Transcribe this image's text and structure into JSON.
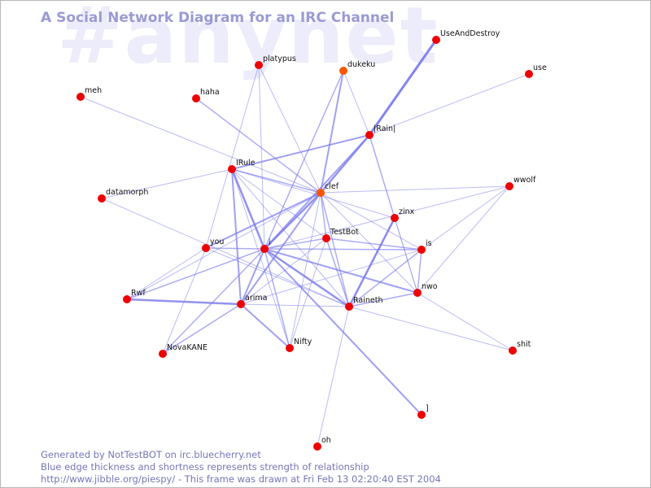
{
  "watermark": "#anynet",
  "title": "A Social Network Diagram for an IRC Channel",
  "colors": {
    "edge": "#7777ee",
    "node": "#ee0000",
    "node_alt": "#ff5500",
    "text": "#111111",
    "footer": "#7676b8",
    "title": "#9a9ad4"
  },
  "nodes": [
    {
      "id": "UseAndDestroy",
      "label": "UseAndDestroy"
    },
    {
      "id": "use",
      "label": "use"
    },
    {
      "id": "platypus",
      "label": "platypus"
    },
    {
      "id": "dukeku",
      "label": "dukeku",
      "alt": true
    },
    {
      "id": "meh",
      "label": "meh"
    },
    {
      "id": "haha",
      "label": "haha"
    },
    {
      "id": "Rain",
      "label": "|Rain|"
    },
    {
      "id": "IRule",
      "label": "IRule"
    },
    {
      "id": "datamorph",
      "label": "datamorph"
    },
    {
      "id": "clef",
      "label": "clef",
      "alt": true
    },
    {
      "id": "wwolf",
      "label": "wwolf"
    },
    {
      "id": "zinx",
      "label": "zinx"
    },
    {
      "id": "TestBot",
      "label": "TestBot"
    },
    {
      "id": "you",
      "label": "you"
    },
    {
      "id": "i",
      "label": "i"
    },
    {
      "id": "is",
      "label": "is"
    },
    {
      "id": "nwo",
      "label": "nwo"
    },
    {
      "id": "Rwf",
      "label": "Rwf"
    },
    {
      "id": "arima",
      "label": "arima"
    },
    {
      "id": "Raineth",
      "label": "Raineth"
    },
    {
      "id": "NovaKANE",
      "label": "NovaKANE"
    },
    {
      "id": "Nifty",
      "label": "Nifty"
    },
    {
      "id": "shit",
      "label": "shit"
    },
    {
      "id": "bracket",
      "label": "]"
    },
    {
      "id": "oh",
      "label": "oh"
    }
  ],
  "edges": [
    {
      "from": "UseAndDestroy",
      "to": "Rain",
      "weight": 3
    },
    {
      "from": "use",
      "to": "Rain",
      "weight": 1
    },
    {
      "from": "Rain",
      "to": "IRule",
      "weight": 2
    },
    {
      "from": "Rain",
      "to": "clef",
      "weight": 2.5
    },
    {
      "from": "Rain",
      "to": "i",
      "weight": 2
    },
    {
      "from": "Rain",
      "to": "zinx",
      "weight": 1.5
    },
    {
      "from": "Rain",
      "to": "dukeku",
      "weight": 1
    },
    {
      "from": "dukeku",
      "to": "clef",
      "weight": 2
    },
    {
      "from": "dukeku",
      "to": "i",
      "weight": 1.5
    },
    {
      "from": "platypus",
      "to": "clef",
      "weight": 1
    },
    {
      "from": "platypus",
      "to": "i",
      "weight": 1
    },
    {
      "from": "platypus",
      "to": "you",
      "weight": 1
    },
    {
      "from": "meh",
      "to": "clef",
      "weight": 1
    },
    {
      "from": "haha",
      "to": "clef",
      "weight": 1.5
    },
    {
      "from": "IRule",
      "to": "datamorph",
      "weight": 1
    },
    {
      "from": "IRule",
      "to": "clef",
      "weight": 1.5
    },
    {
      "from": "IRule",
      "to": "i",
      "weight": 2.5
    },
    {
      "from": "IRule",
      "to": "TestBot",
      "weight": 1
    },
    {
      "from": "IRule",
      "to": "Raineth",
      "weight": 1
    },
    {
      "from": "IRule",
      "to": "Nifty",
      "weight": 1
    },
    {
      "from": "IRule",
      "to": "zinx",
      "weight": 1
    },
    {
      "from": "IRule",
      "to": "arima",
      "weight": 2
    },
    {
      "from": "datamorph",
      "to": "Raineth",
      "weight": 1
    },
    {
      "from": "clef",
      "to": "wwolf",
      "weight": 1
    },
    {
      "from": "clef",
      "to": "TestBot",
      "weight": 1.5
    },
    {
      "from": "clef",
      "to": "i",
      "weight": 2.5
    },
    {
      "from": "clef",
      "to": "you",
      "weight": 2
    },
    {
      "from": "clef",
      "to": "arima",
      "weight": 2
    },
    {
      "from": "clef",
      "to": "Raineth",
      "weight": 1.5
    },
    {
      "from": "clef",
      "to": "Nifty",
      "weight": 1
    },
    {
      "from": "clef",
      "to": "is",
      "weight": 1
    },
    {
      "from": "clef",
      "to": "nwo",
      "weight": 1
    },
    {
      "from": "clef",
      "to": "Rwf",
      "weight": 1
    },
    {
      "from": "wwolf",
      "to": "i",
      "weight": 1
    },
    {
      "from": "wwolf",
      "to": "nwo",
      "weight": 1
    },
    {
      "from": "zinx",
      "to": "Raineth",
      "weight": 2.5
    },
    {
      "from": "zinx",
      "to": "nwo",
      "weight": 1
    },
    {
      "from": "TestBot",
      "to": "i",
      "weight": 1.5
    },
    {
      "from": "TestBot",
      "to": "is",
      "weight": 1.5
    },
    {
      "from": "TestBot",
      "to": "Raineth",
      "weight": 1.5
    },
    {
      "from": "TestBot",
      "to": "Nifty",
      "weight": 1
    },
    {
      "from": "TestBot",
      "to": "arima",
      "weight": 1
    },
    {
      "from": "you",
      "to": "i",
      "weight": 1.5
    },
    {
      "from": "you",
      "to": "Raineth",
      "weight": 1
    },
    {
      "from": "you",
      "to": "Rwf",
      "weight": 1
    },
    {
      "from": "you",
      "to": "NovaKANE",
      "weight": 1
    },
    {
      "from": "i",
      "to": "Raineth",
      "weight": 2.5
    },
    {
      "from": "i",
      "to": "nwo",
      "weight": 2
    },
    {
      "from": "i",
      "to": "is",
      "weight": 1.5
    },
    {
      "from": "i",
      "to": "arima",
      "weight": 2
    },
    {
      "from": "i",
      "to": "Nifty",
      "weight": 1.5
    },
    {
      "from": "i",
      "to": "Rwf",
      "weight": 1.5
    },
    {
      "from": "i",
      "to": "NovaKANE",
      "weight": 1.5
    },
    {
      "from": "i",
      "to": "bracket",
      "weight": 2
    },
    {
      "from": "is",
      "to": "Raineth",
      "weight": 1.5
    },
    {
      "from": "is",
      "to": "nwo",
      "weight": 1.5
    },
    {
      "from": "is",
      "to": "wwolf",
      "weight": 1
    },
    {
      "from": "is",
      "to": "arima",
      "weight": 1
    },
    {
      "from": "nwo",
      "to": "Raineth",
      "weight": 1.5
    },
    {
      "from": "nwo",
      "to": "shit",
      "weight": 1
    },
    {
      "from": "nwo",
      "to": "zinx",
      "weight": 1
    },
    {
      "from": "Rwf",
      "to": "arima",
      "weight": 2.5
    },
    {
      "from": "arima",
      "to": "Nifty",
      "weight": 2
    },
    {
      "from": "arima",
      "to": "NovaKANE",
      "weight": 1.5
    },
    {
      "from": "arima",
      "to": "Raineth",
      "weight": 1
    },
    {
      "from": "Raineth",
      "to": "oh",
      "weight": 1
    },
    {
      "from": "Raineth",
      "to": "shit",
      "weight": 1
    },
    {
      "from": "Raineth",
      "to": "zinx",
      "weight": 1
    }
  ],
  "footer": {
    "line1": "Generated by NotTestBOT on irc.bluecherry.net",
    "line2": "Blue edge thickness and shortness represents strength of relationship",
    "line3": "http://www.jibble.org/piespy/ - This frame was drawn at Fri Feb 13 02:20:40 EST 2004"
  }
}
